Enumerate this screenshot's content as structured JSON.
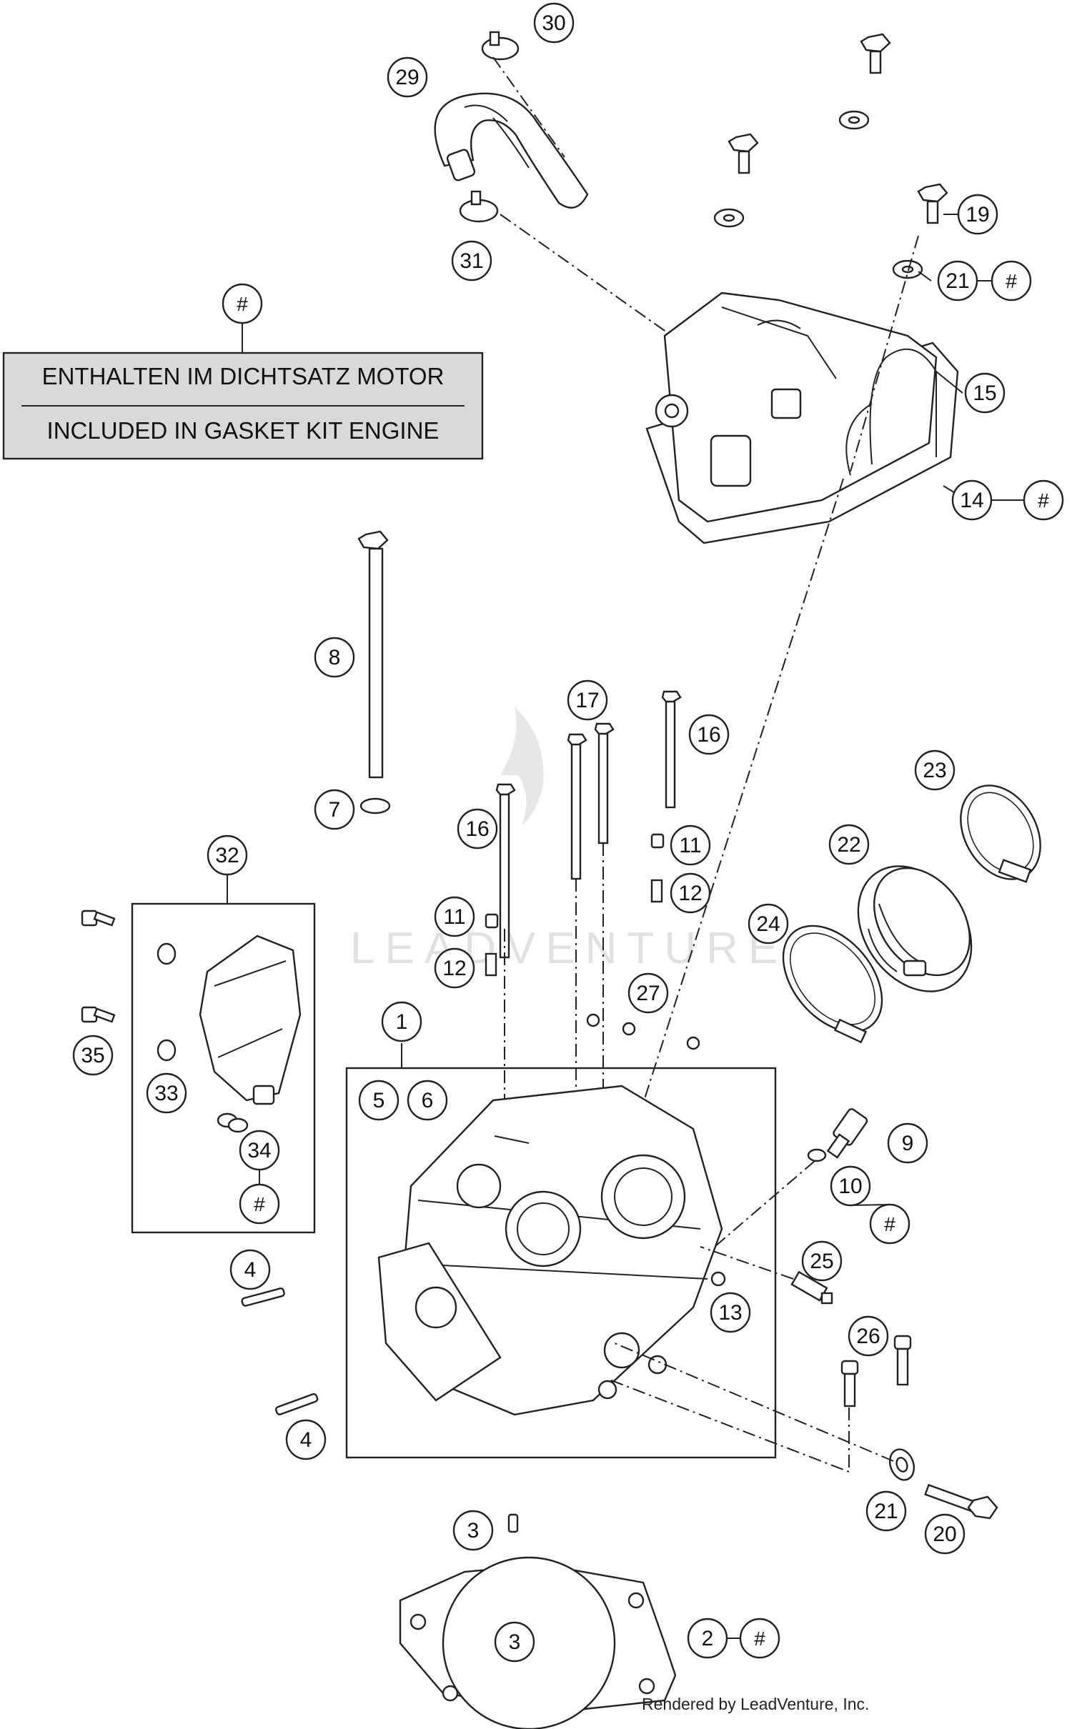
{
  "legend": {
    "marker": "#",
    "line_de": "ENTHALTEN IM DICHTSATZ MOTOR",
    "line_en": "INCLUDED IN GASKET KIT ENGINE"
  },
  "watermark": "LEADVENTURE",
  "credit": "Rendered by LeadVenture, Inc.",
  "callouts": [
    {
      "id": "c30",
      "label": "30"
    },
    {
      "id": "c29",
      "label": "29"
    },
    {
      "id": "c31",
      "label": "31"
    },
    {
      "id": "c19",
      "label": "19"
    },
    {
      "id": "c21a",
      "label": "21",
      "hash": "#"
    },
    {
      "id": "c15",
      "label": "15"
    },
    {
      "id": "c14",
      "label": "14",
      "hash": "#"
    },
    {
      "id": "c8",
      "label": "8"
    },
    {
      "id": "c7",
      "label": "7"
    },
    {
      "id": "c17",
      "label": "17"
    },
    {
      "id": "c16a",
      "label": "16"
    },
    {
      "id": "c16b",
      "label": "16"
    },
    {
      "id": "c11a",
      "label": "11"
    },
    {
      "id": "c12a",
      "label": "12"
    },
    {
      "id": "c11b",
      "label": "11"
    },
    {
      "id": "c12b",
      "label": "12"
    },
    {
      "id": "c23",
      "label": "23"
    },
    {
      "id": "c22",
      "label": "22"
    },
    {
      "id": "c24",
      "label": "24"
    },
    {
      "id": "c32",
      "label": "32"
    },
    {
      "id": "c35",
      "label": "35"
    },
    {
      "id": "c33",
      "label": "33"
    },
    {
      "id": "c34",
      "label": "34",
      "hash": "#"
    },
    {
      "id": "c27",
      "label": "27"
    },
    {
      "id": "c1",
      "label": "1"
    },
    {
      "id": "c5",
      "label": "5"
    },
    {
      "id": "c6",
      "label": "6"
    },
    {
      "id": "c9",
      "label": "9"
    },
    {
      "id": "c10",
      "label": "10",
      "hash": "#"
    },
    {
      "id": "c4a",
      "label": "4"
    },
    {
      "id": "c4b",
      "label": "4"
    },
    {
      "id": "c25",
      "label": "25"
    },
    {
      "id": "c13",
      "label": "13"
    },
    {
      "id": "c26",
      "label": "26"
    },
    {
      "id": "c21b",
      "label": "21"
    },
    {
      "id": "c20",
      "label": "20"
    },
    {
      "id": "c3a",
      "label": "3"
    },
    {
      "id": "c3b",
      "label": "3"
    },
    {
      "id": "c2",
      "label": "2",
      "hash": "#"
    }
  ]
}
